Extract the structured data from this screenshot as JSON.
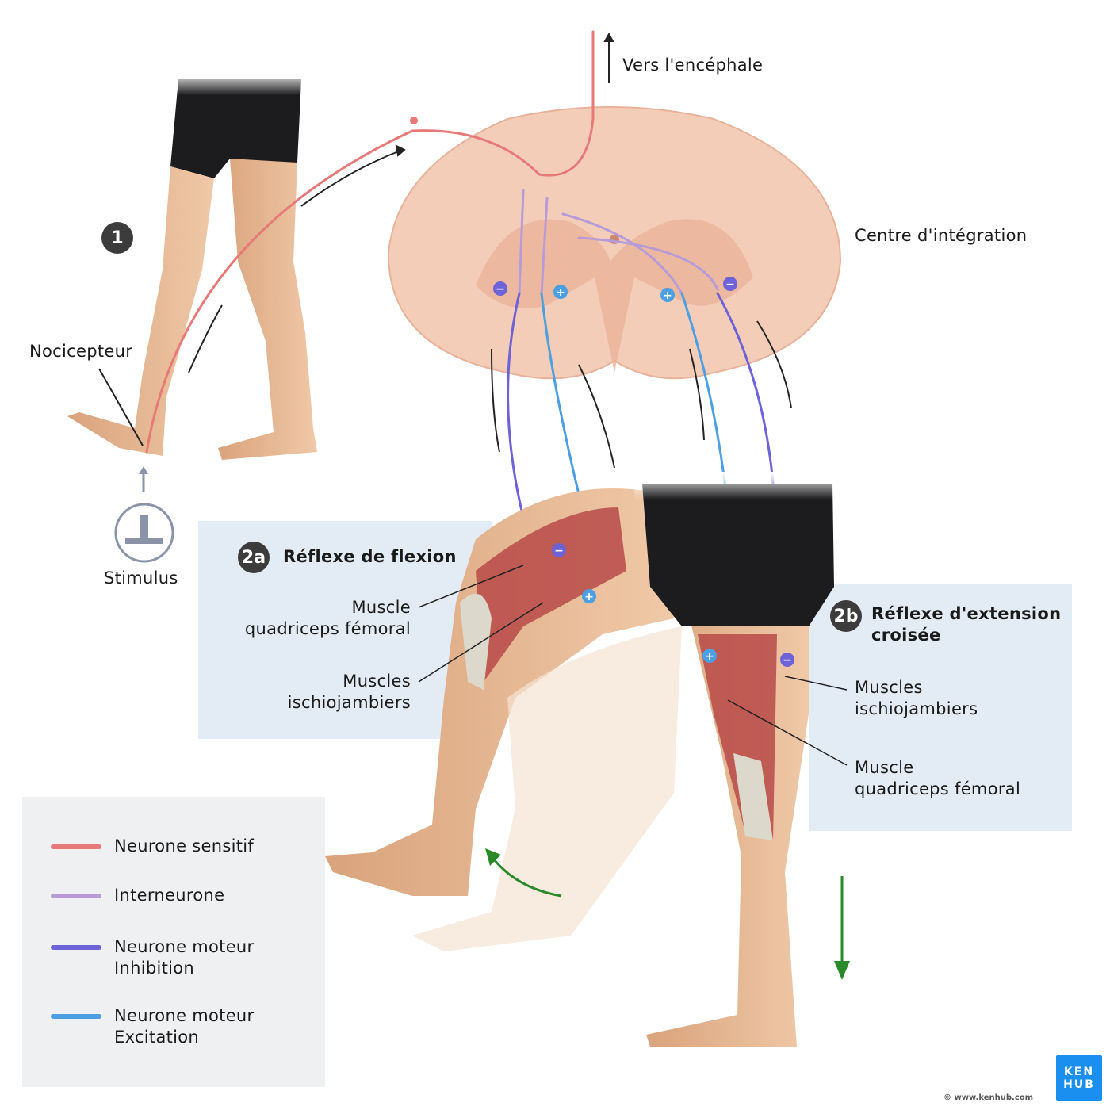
{
  "labels": {
    "brain": "Vers l'encéphale",
    "center": "Centre d'intégration",
    "nociceptor": "Nocicepteur",
    "stimulus": "Stimulus",
    "step1": "1"
  },
  "panel_2a": {
    "badge": "2a",
    "title": "Réflexe de flexion",
    "muscle1_line1": "Muscle",
    "muscle1_line2": "quadriceps fémoral",
    "muscle2_line1": "Muscles",
    "muscle2_line2": "ischiojambiers"
  },
  "panel_2b": {
    "badge": "2b",
    "title_line1": "Réflexe d'extension",
    "title_line2": "croisée",
    "muscle1_line1": "Muscles",
    "muscle1_line2": "ischiojambiers",
    "muscle2_line1": "Muscle",
    "muscle2_line2": "quadriceps fémoral"
  },
  "legend": {
    "items": [
      {
        "line1": "Neurone sensitif",
        "line2": "",
        "color": "#e77a78"
      },
      {
        "line1": "Interneurone",
        "line2": "",
        "color": "#b79ad8"
      },
      {
        "line1": "Neurone moteur",
        "line2": "Inhibition",
        "color": "#6e62d8"
      },
      {
        "line1": "Neurone moteur",
        "line2": "Excitation",
        "color": "#4b9fe2"
      }
    ]
  },
  "branding": {
    "logo_line1": "KEN",
    "logo_line2": "HUB",
    "copyright": "© www.kenhub.com"
  }
}
